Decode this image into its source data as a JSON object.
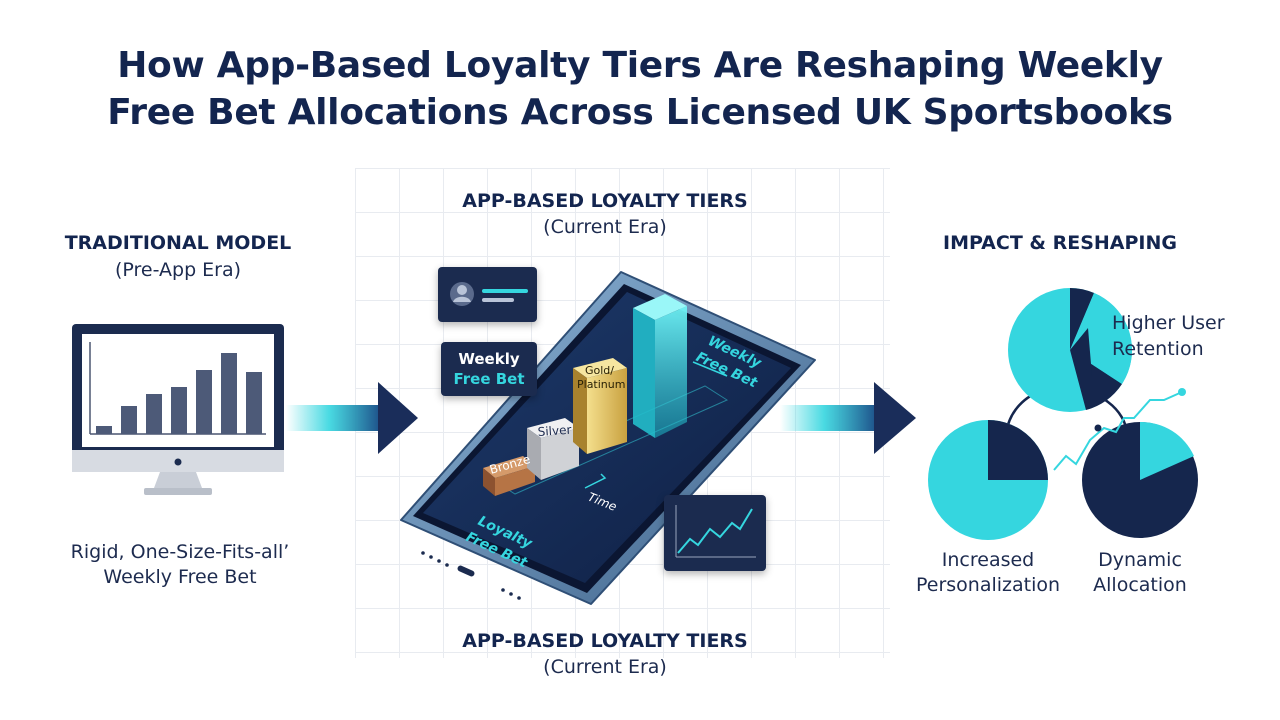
{
  "title": {
    "line1": "How App-Based Loyalty Tiers Are Reshaping Weekly",
    "line2": "Free Bet Allocations Across Licensed UK Sportsbooks"
  },
  "traditional": {
    "heading": "TRADITIONAL MODEL",
    "subheading": "(Pre-App Era)",
    "caption_line1": "Rigid, One-Size-Fits-all’",
    "caption_line2": "Weekly Free Bet"
  },
  "loyalty_top": {
    "heading": "APP-BASED LOYALTY TIERS",
    "subheading": "(Current Era)"
  },
  "loyalty_bottom": {
    "heading": "APP-BASED LOYALTY TIERS",
    "subheading": "(Current Era)"
  },
  "impact": {
    "heading": "IMPACT & RESHAPING",
    "retention_line1": "Higher User",
    "retention_line2": "Retention",
    "personalization_line1": "Increased",
    "personalization_line2": "Personalization",
    "dynamic_line1": "Dynamic",
    "dynamic_line2": "Allocation"
  },
  "phone": {
    "tier_bronze": "Bronze",
    "tier_silver": "Silver",
    "tier_gold_line1": "Gold/",
    "tier_gold_line2": "Platinum",
    "weekly_line1": "Weekly",
    "weekly_line2": "Free Bet",
    "loyalty_line1": "Loyalty",
    "loyalty_line2": "Free Bet",
    "time_label": "Time"
  },
  "weekly_card": {
    "line1": "Weekly",
    "line2": "Free Bet"
  },
  "colors": {
    "navy": "#13254f",
    "dark_navy": "#15264d",
    "teal": "#35d6df",
    "arrow": "#1a2d5a"
  },
  "icons": [
    "desktop-monitor-icon",
    "user-profile-icon",
    "trend-chart-icon",
    "smartphone-icon",
    "pie-chart-icon",
    "arrow-right-icon"
  ]
}
